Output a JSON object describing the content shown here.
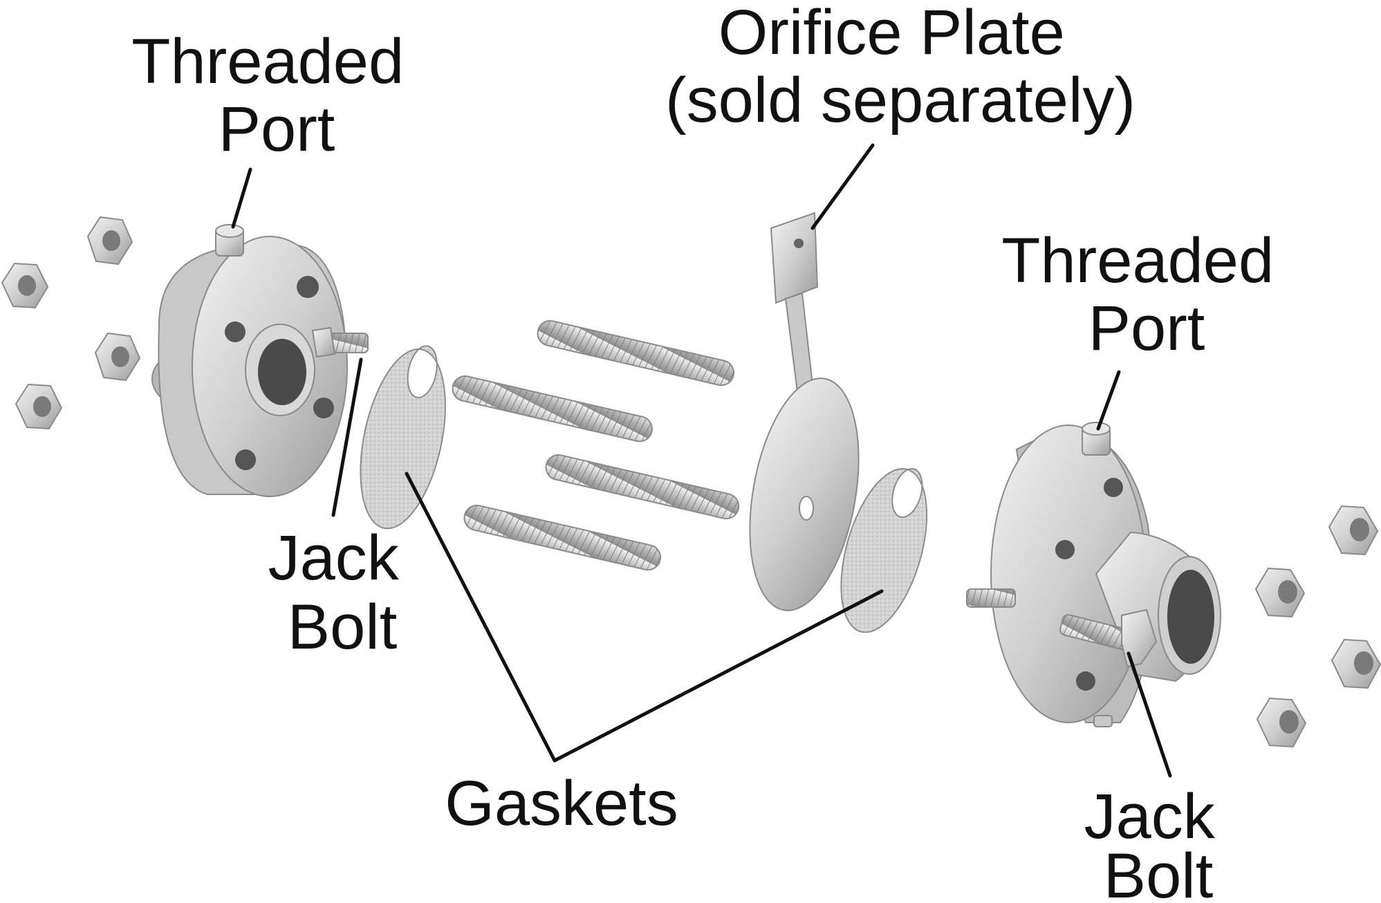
{
  "labels": {
    "threaded_port_left": [
      "Threaded",
      "Port"
    ],
    "orifice_plate": [
      "Orifice Plate",
      "(sold separately)"
    ],
    "threaded_port_right": [
      "Threaded",
      "Port"
    ],
    "jack_bolt_left": [
      "Jack",
      "Bolt"
    ],
    "gaskets": "Gaskets",
    "jack_bolt_right": [
      "Jack",
      "Bolt"
    ]
  },
  "colors": {
    "text": "#111111",
    "leader_line": "#111111",
    "metal_light": "#e4e4e4",
    "metal_mid": "#c4c4c4",
    "metal_dark": "#8a8a8a",
    "gasket": "#d6d6d6",
    "background": "#ffffff"
  }
}
